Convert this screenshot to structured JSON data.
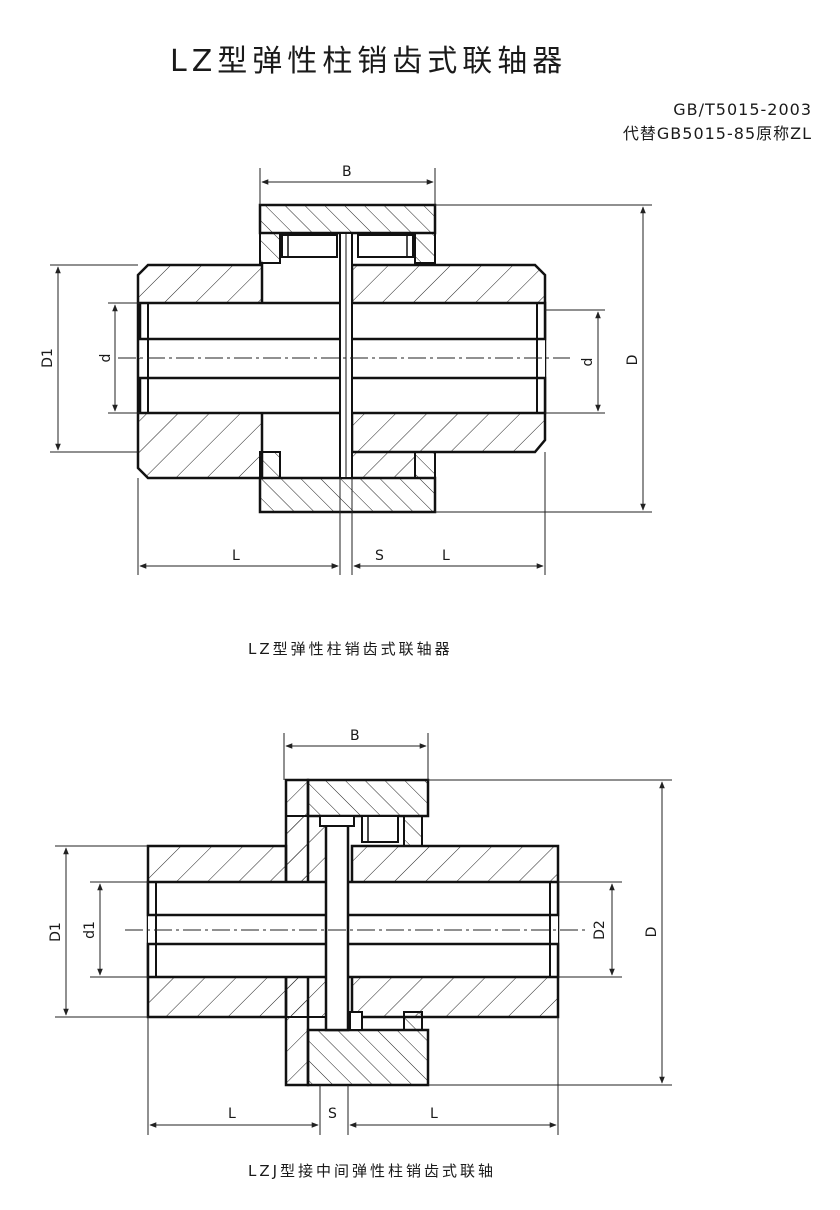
{
  "title": "LZ型弹性柱销齿式联轴器",
  "standard": {
    "code": "GB/T5015-2003",
    "replaces": "代替GB5015-85原称ZL"
  },
  "figures": [
    {
      "caption": "LZ型弹性柱销齿式联轴器",
      "labels": {
        "B": "B",
        "D1": "D1",
        "d_left": "d",
        "d_right": "d",
        "D": "D",
        "L_left": "L",
        "S": "S",
        "L_right": "L"
      }
    },
    {
      "caption": "LZJ型接中间弹性柱销齿式联轴",
      "labels": {
        "B": "B",
        "D1": "D1",
        "d1": "d1",
        "D2": "D2",
        "D": "D",
        "L_left": "L",
        "S": "S",
        "L_right": "L"
      }
    }
  ]
}
